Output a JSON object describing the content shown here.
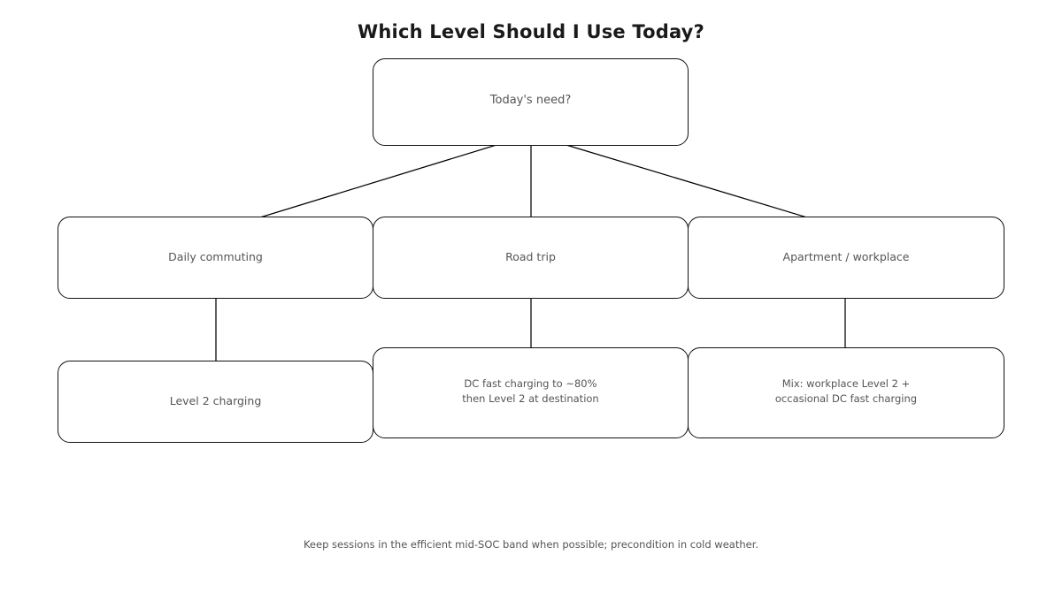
{
  "title": "Which Level Should I Use Today?",
  "diagram": {
    "type": "flowchart",
    "orientation": "top-down",
    "root": {
      "id": "root",
      "label": "Today's need?"
    },
    "branches": [
      {
        "id": "daily-commuting",
        "label": "Daily commuting",
        "outcome": {
          "id": "level2",
          "label": "Level 2 charging"
        }
      },
      {
        "id": "road-trip",
        "label": "Road trip",
        "outcome": {
          "id": "dc-fast",
          "label": "DC fast charging to ~80%\nthen Level 2 at destination"
        }
      },
      {
        "id": "apartment",
        "label": "Apartment / workplace",
        "outcome": {
          "id": "mix",
          "label": "Mix: workplace Level 2 +\noccasional DC fast charging"
        }
      }
    ]
  },
  "footnote": "Keep sessions in the efficient mid-SOC band when possible; precondition in cold weather.",
  "colors": {
    "background": "#ffffff",
    "node_border": "#111111",
    "node_fill": "#ffffff",
    "node_text": "#555555",
    "title_text": "#1a1a1a",
    "edge": "#000000",
    "footnote_text": "#555555"
  }
}
